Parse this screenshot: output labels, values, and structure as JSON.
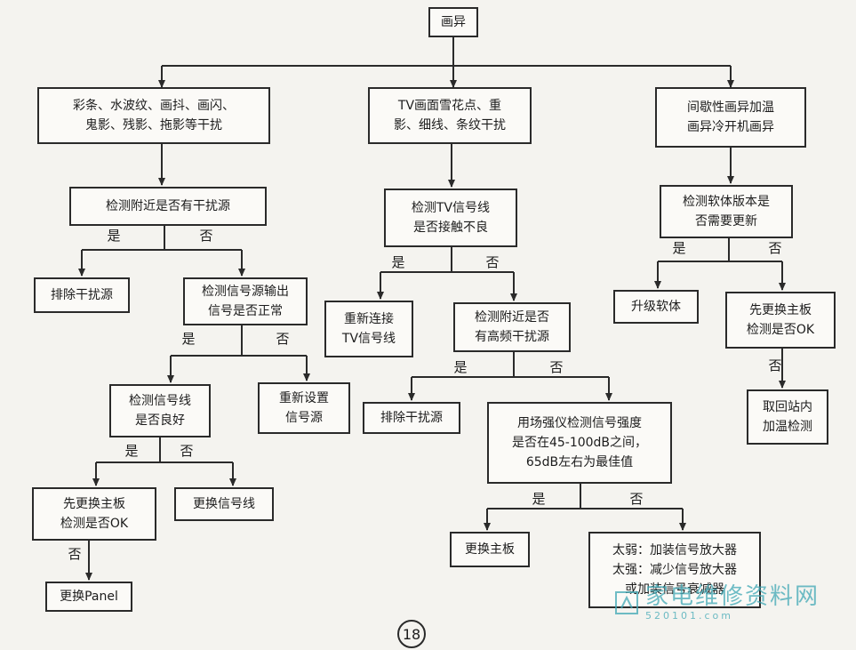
{
  "nodes": {
    "root": "画异",
    "c1": "彩条、水波纹、画抖、画闪、\n鬼影、残影、拖影等干扰",
    "c2": "TV画面雪花点、重\n影、细线、条纹干扰",
    "c3": "间歇性画异加温\n画异冷开机画异",
    "a1": "检测附近是否有干扰源",
    "a2": "排除干扰源",
    "a3": "检测信号源输出\n信号是否正常",
    "a4": "检测信号线\n是否良好",
    "a5": "重新设置\n信号源",
    "a6": "先更换主板\n检测是否OK",
    "a7": "更换信号线",
    "a8": "更换Panel",
    "b1": "检测TV信号线\n是否接触不良",
    "b2": "重新连接\nTV信号线",
    "b3": "检测附近是否\n有高频干扰源",
    "b4": "排除干扰源",
    "b5": "用场强仪检测信号强度\n是否在45-100dB之间，\n65dB左右为最佳值",
    "b6": "更换主板",
    "b7": "太弱：加装信号放大器\n太强：减少信号放大器\n或加装信号衰减器",
    "d1": "检测软体版本是\n否需要更新",
    "d2": "升级软体",
    "d3": "先更换主板\n检测是否OK",
    "d4": "取回站内\n加温检测"
  },
  "labels": {
    "yes": "是",
    "no": "否"
  },
  "page_number": "18",
  "watermark": {
    "title": "家电维修资料网",
    "url": "520101.com"
  }
}
